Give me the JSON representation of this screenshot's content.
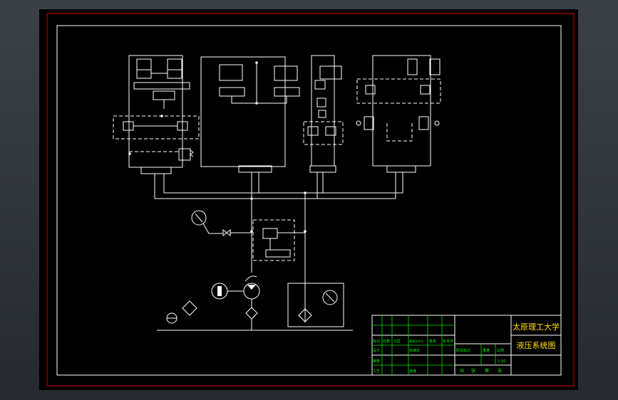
{
  "title_block": {
    "school": "太原理工大学",
    "drawing_title": "液压系统图",
    "cells": [
      {
        "key": "c1",
        "text": "标记"
      },
      {
        "key": "c2",
        "text": "处数"
      },
      {
        "key": "c3",
        "text": "分区"
      },
      {
        "key": "c4",
        "text": "更改文件号"
      },
      {
        "key": "c5",
        "text": "签名"
      },
      {
        "key": "c6",
        "text": "年月日"
      },
      {
        "key": "c7",
        "text": "设计"
      },
      {
        "key": "c8",
        "text": "标准化"
      },
      {
        "key": "c9",
        "text": "阶段标记"
      },
      {
        "key": "c10",
        "text": "重量"
      },
      {
        "key": "c11",
        "text": "比例"
      },
      {
        "key": "c12",
        "text": "审核"
      },
      {
        "key": "c13",
        "text": "工艺"
      },
      {
        "key": "c14",
        "text": "批准"
      },
      {
        "key": "c15",
        "text": "共"
      },
      {
        "key": "c16",
        "text": "张"
      },
      {
        "key": "c17",
        "text": "第"
      },
      {
        "key": "c18",
        "text": "张"
      },
      {
        "key": "c19",
        "text": "1:10"
      }
    ]
  }
}
